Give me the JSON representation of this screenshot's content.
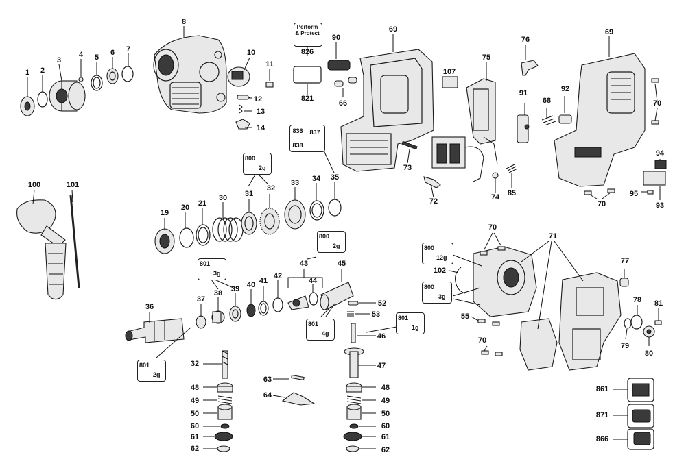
{
  "diagram": {
    "part_numbers": [
      "1",
      "2",
      "3",
      "4",
      "5",
      "6",
      "7",
      "8",
      "10",
      "11",
      "12",
      "13",
      "14",
      "19",
      "20",
      "21",
      "30",
      "31",
      "32",
      "33",
      "34",
      "35",
      "36",
      "37",
      "38",
      "39",
      "40",
      "41",
      "42",
      "43",
      "44",
      "45",
      "46",
      "47",
      "48",
      "49",
      "50",
      "52",
      "53",
      "55",
      "60",
      "61",
      "62",
      "63",
      "64",
      "66",
      "68",
      "69",
      "70",
      "71",
      "72",
      "73",
      "74",
      "75",
      "76",
      "77",
      "78",
      "79",
      "80",
      "81",
      "85",
      "90",
      "91",
      "92",
      "93",
      "94",
      "95",
      "100",
      "101",
      "102",
      "107",
      "821",
      "826",
      "836",
      "837",
      "838",
      "861",
      "866",
      "871"
    ],
    "lubricant_callouts": [
      {
        "code": "800",
        "amount": "2g"
      },
      {
        "code": "800",
        "amount": "2g"
      },
      {
        "code": "801",
        "amount": "3g"
      },
      {
        "code": "801",
        "amount": "2g"
      },
      {
        "code": "801",
        "amount": "4g"
      },
      {
        "code": "801",
        "amount": "1g"
      },
      {
        "code": "800",
        "amount": "12g"
      },
      {
        "code": "800",
        "amount": "3g"
      }
    ],
    "perform_protect": "Perform & Protect"
  }
}
